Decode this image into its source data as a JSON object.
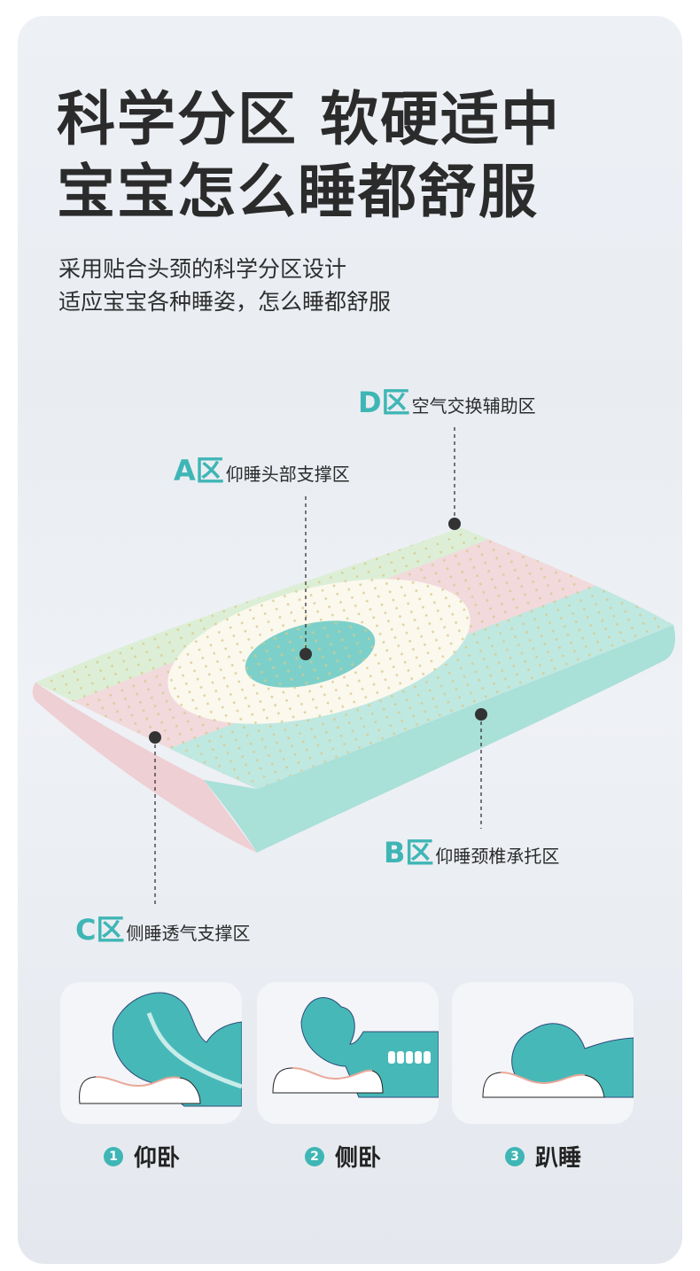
{
  "headline": {
    "line1": "科学分区 软硬适中",
    "line2": "宝宝怎么睡都舒服"
  },
  "subtitle": {
    "line1": "采用贴合头颈的科学分区设计",
    "line2": "适应宝宝各种睡姿，怎么睡都舒服"
  },
  "zones": [
    {
      "zone": "D区",
      "desc": "空气交换辅助区"
    },
    {
      "zone": "A区",
      "desc": "仰睡头部支撑区"
    },
    {
      "zone": "B区",
      "desc": "仰睡颈椎承托区"
    },
    {
      "zone": "C区",
      "desc": "侧睡透气支撑区"
    }
  ],
  "poses": [
    {
      "num": "1",
      "label": "仰卧"
    },
    {
      "num": "2",
      "label": "侧卧"
    },
    {
      "num": "3",
      "label": "趴睡"
    }
  ],
  "colors": {
    "accent": "#3fb6b5",
    "pink": "#f1d9dc",
    "green": "#dcefd6",
    "text": "#2b2b2b"
  }
}
